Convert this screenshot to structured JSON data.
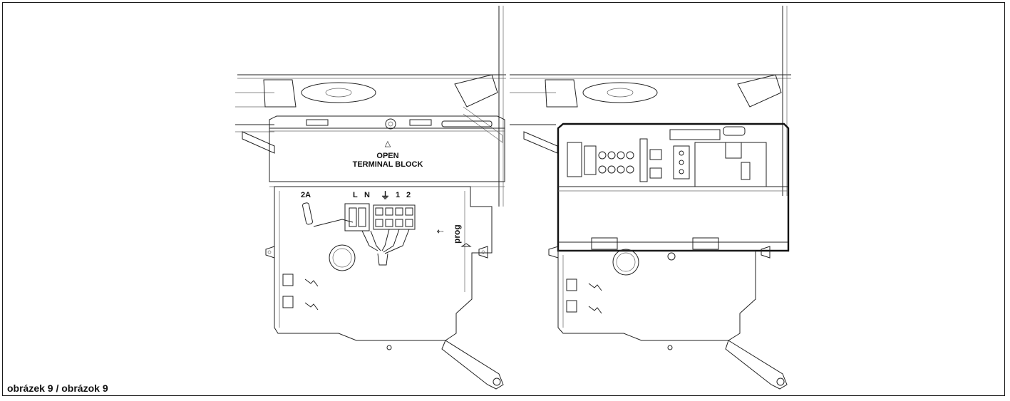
{
  "figure": {
    "caption": "obrázek 9 / obrázok 9",
    "left_unit": {
      "cover_arrow": "△",
      "cover_text_line1": "OPEN",
      "cover_text_line2": "TERMINAL BLOCK",
      "fuse_label": "2A",
      "terminal_labels": [
        "L",
        "N",
        "⏚",
        "1",
        "2"
      ],
      "prog_label": "prog"
    },
    "right_unit": {}
  }
}
